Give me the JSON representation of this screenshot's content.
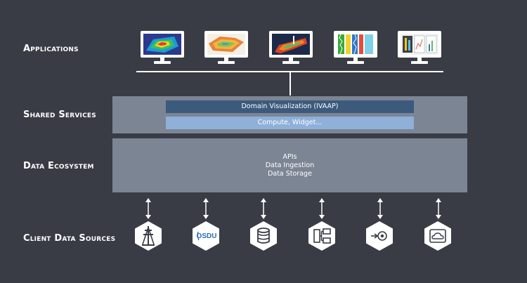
{
  "rows": {
    "applications": "Applications",
    "shared_services": "Shared Services",
    "data_ecosystem": "Data Ecosystem",
    "client_data_sources": "Client Data Sources"
  },
  "shared_services": {
    "domain_visualization": "Domain Visualization (IVAAP)",
    "compute": "Compute, Widget..."
  },
  "data_ecosystem": {
    "apis": "APIs",
    "ingestion": "Data Ingestion",
    "storage": "Data Storage"
  },
  "data_sources": [
    {
      "icon": "oil-derrick-icon"
    },
    {
      "icon": "osdu-logo",
      "text": "OSDU"
    },
    {
      "icon": "database-icon"
    },
    {
      "icon": "structure-diagram-icon"
    },
    {
      "icon": "stream-source-icon"
    },
    {
      "icon": "cloud-storage-icon"
    }
  ],
  "colors": {
    "background": "#393c45",
    "layer_fill": "#7c8594",
    "domain_bar": "#3c5a7c",
    "compute_bar": "#8eb0d9"
  }
}
